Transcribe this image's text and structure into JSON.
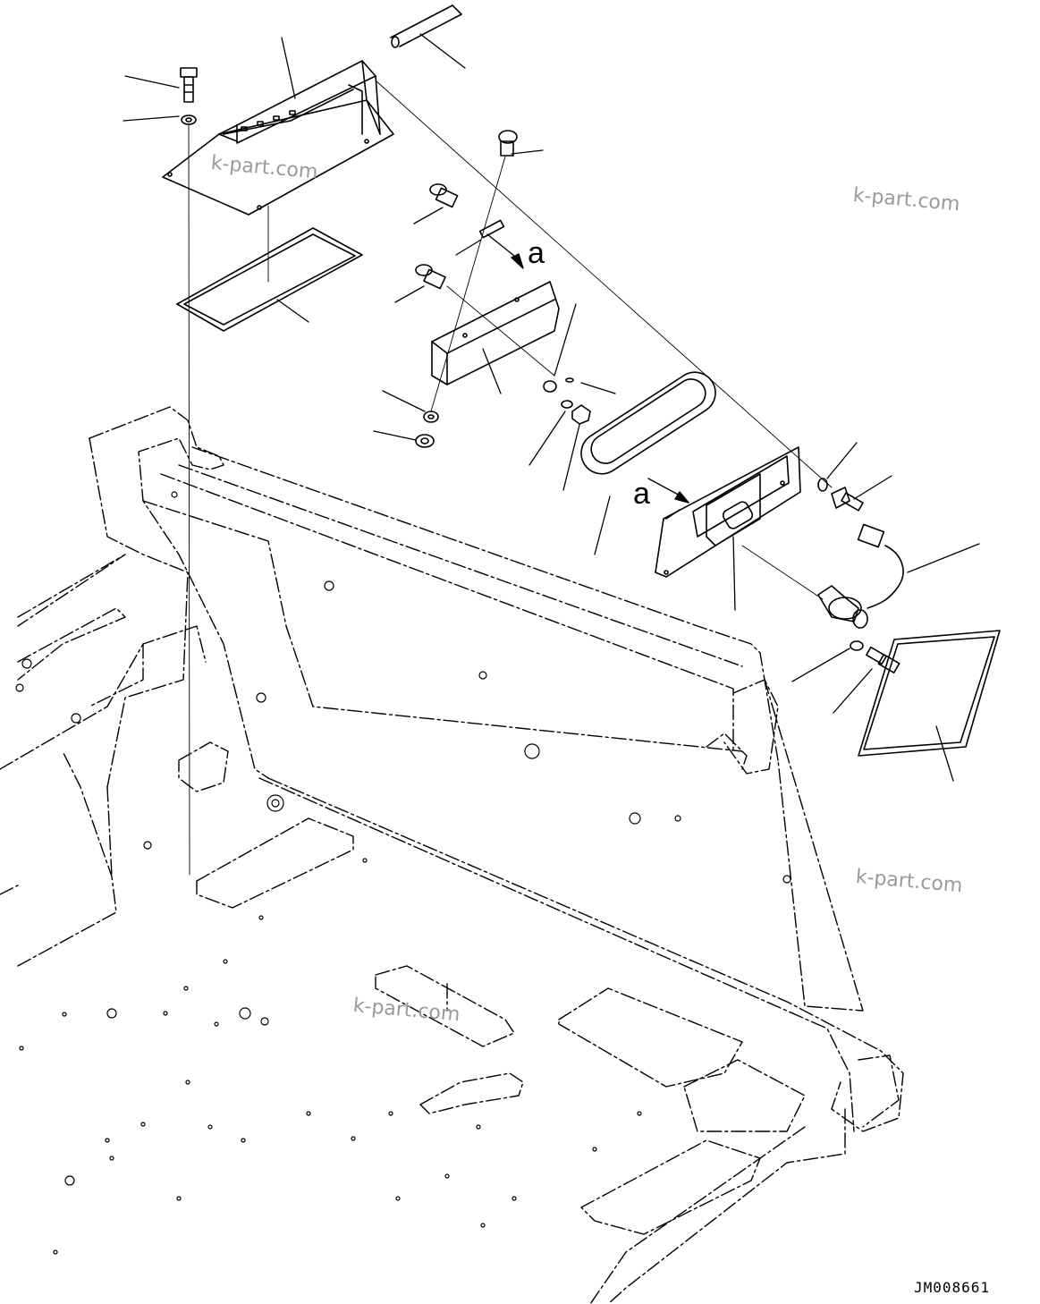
{
  "diagram": {
    "drawing_code": "JM008661",
    "watermark": "k-part.com",
    "detail_marker": "a",
    "colors": {
      "line": "#000000",
      "watermark": "#9a9a9a",
      "background": "#ffffff"
    }
  }
}
